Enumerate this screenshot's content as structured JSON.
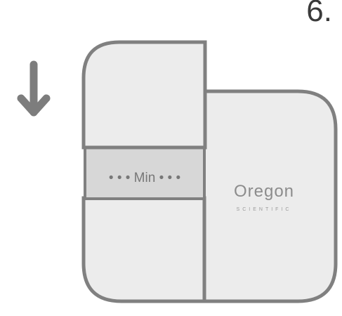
{
  "step": {
    "number": "6."
  },
  "device": {
    "window_label": "• • • Min • • •",
    "brand": {
      "name": "Oregon",
      "tagline": "SCIENTIFIC"
    },
    "colors": {
      "body_fill": "#ececec",
      "outline": "#808080",
      "window_fill": "#d7d7d7",
      "label_text": "#777777",
      "arrow": "#7d7d7d"
    }
  },
  "indicators": {
    "direction_arrow_icon": "arrow-down-icon"
  }
}
